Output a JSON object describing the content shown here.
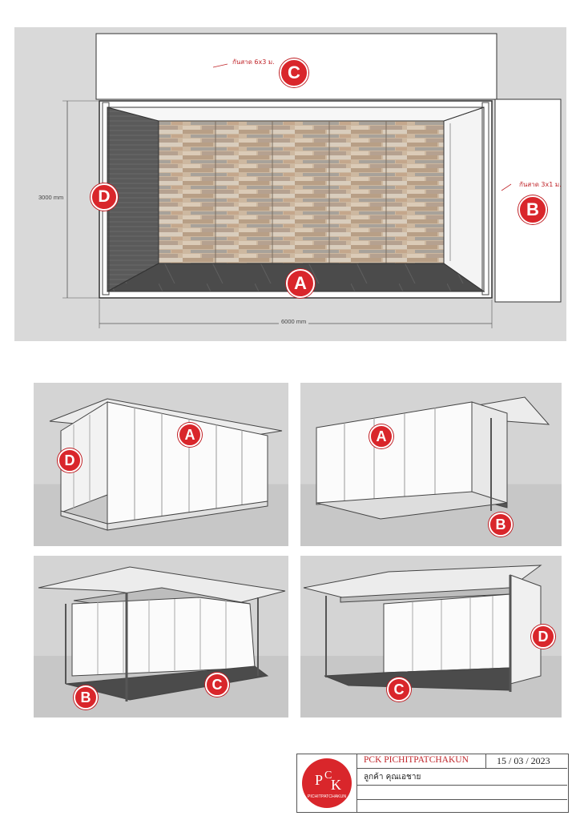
{
  "plan": {
    "markers": [
      "A",
      "B",
      "C",
      "D"
    ],
    "notes": {
      "canopy_front": "กันสาด 6x3 ม.",
      "canopy_side": "กันสาด 3x1 ม."
    },
    "dimensions": {
      "height": "3000 mm",
      "width": "6000 mm"
    }
  },
  "views": [
    {
      "markers": [
        "A",
        "D"
      ]
    },
    {
      "markers": [
        "A",
        "B"
      ]
    },
    {
      "markers": [
        "B",
        "C"
      ]
    },
    {
      "markers": [
        "C",
        "D"
      ]
    }
  ],
  "title_block": {
    "logo_text": "PCK",
    "logo_subtext": "PICHITPATCHAKUN",
    "company": "PCK PICHITPATCHAKUN",
    "date": "15 / 03 / 2023",
    "client": "ลูกค้า  คุณเอชาย"
  },
  "colors": {
    "marker": "#d9262b",
    "note": "#c0262b",
    "panel_bg": "#d9d9d9",
    "floor": "#4a4a4a",
    "wall_tile": "#c9b39a"
  }
}
